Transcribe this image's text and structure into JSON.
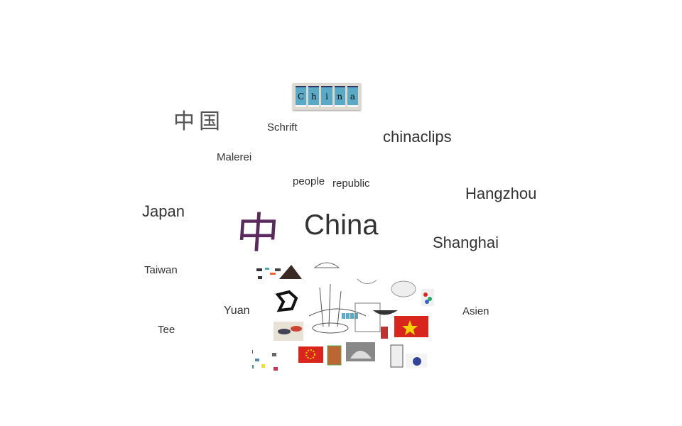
{
  "words": {
    "schrift": "Schrift",
    "chinaclips": "chinaclips",
    "malerei": "Malerei",
    "people": "people",
    "republic": "republic",
    "hangzhou": "Hangzhou",
    "japan": "Japan",
    "china": "China",
    "shanghai": "Shanghai",
    "taiwan": "Taiwan",
    "yuan": "Yuan",
    "asien": "Asien",
    "tee": "Tee"
  },
  "images": {
    "china_tiles": [
      "C",
      "h",
      "i",
      "n",
      "a"
    ],
    "handwritten_zhongguo": "中国",
    "brush_zhong": "中"
  },
  "colors": {
    "text": "#333333",
    "tile": "#5aa9c6",
    "flag_red": "#d9261c",
    "flag_yellow": "#f5d100",
    "brush": "#5a2a5e"
  }
}
